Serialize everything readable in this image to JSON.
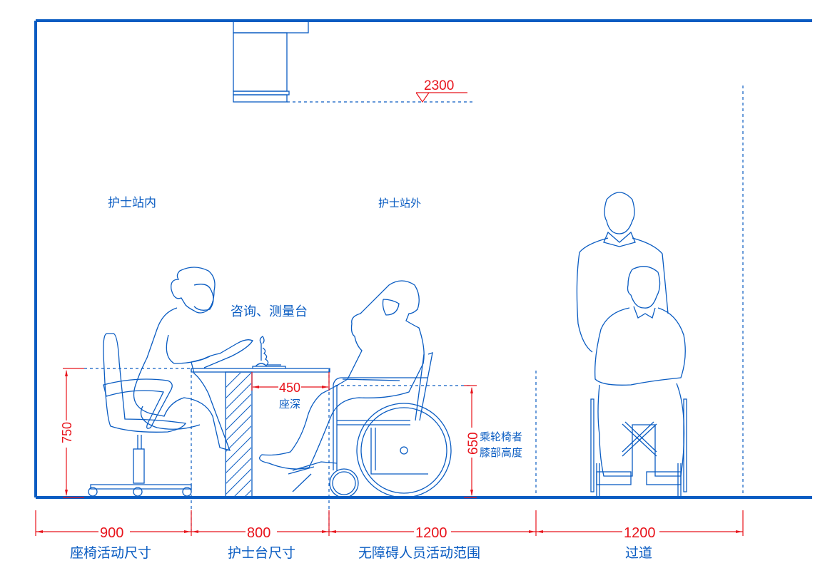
{
  "drawing": {
    "type": "architectural section / elevation",
    "colors": {
      "line": "#0a5cc2",
      "dimension": "#e8141c",
      "background": "#ffffff"
    },
    "elevation_marker": {
      "value": "2300"
    },
    "zone_labels": {
      "inside": "护士站内",
      "outside": "护士站外",
      "counter": "咨询、测量台"
    },
    "annotations": {
      "seat_depth_value": "450",
      "seat_depth_label": "座深",
      "knee_height_value": "650",
      "knee_height_label_line1": "乘轮椅者",
      "knee_height_label_line2": "膝部高度",
      "desk_height_value": "750"
    },
    "bottom_dimensions": [
      {
        "value": "900",
        "label": "座椅活动尺寸"
      },
      {
        "value": "800",
        "label": "护士台尺寸"
      },
      {
        "value": "1200",
        "label": "无障碍人员活动范围"
      },
      {
        "value": "1200",
        "label": "过道"
      }
    ],
    "figures": [
      "seated-nurse-on-office-chair",
      "wheelchair-user-side-view",
      "caregiver-standing-front-view",
      "wheelchair-user-front-view"
    ]
  }
}
